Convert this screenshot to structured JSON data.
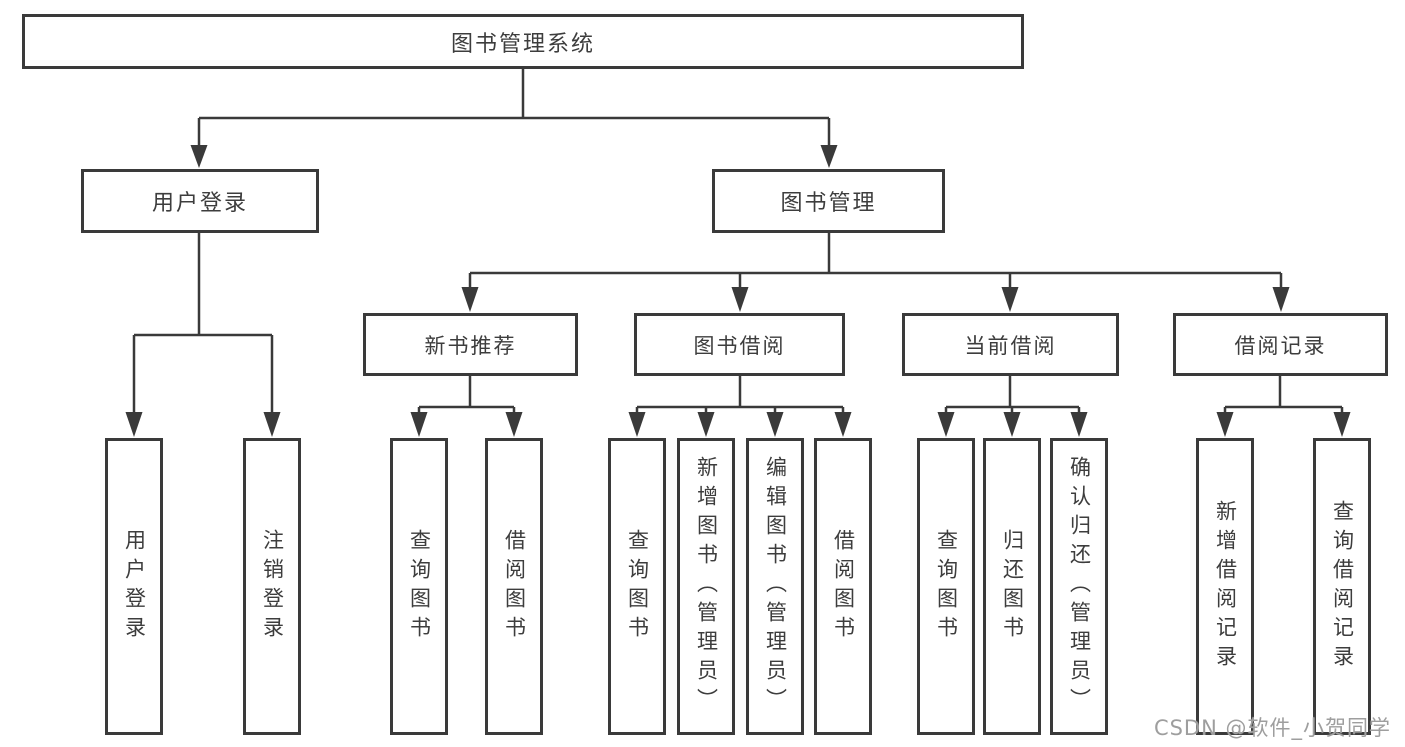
{
  "diagram": {
    "title": "图书管理系统",
    "nodes": {
      "root": "图书管理系统",
      "user_login": "用户登录",
      "book_mgmt": "图书管理",
      "new_book": "新书推荐",
      "book_borrow": "图书借阅",
      "current_borrow": "当前借阅",
      "borrow_record": "借阅记录",
      "leaves": [
        "用户登录",
        "注销登录",
        "查询图书",
        "借阅图书",
        "查询图书",
        "新增图书（管理员）",
        "编辑图书（管理员）",
        "借阅图书",
        "查询图书",
        "归还图书",
        "确认归还（管理员）",
        "新增借阅记录",
        "查询借阅记录"
      ]
    },
    "colors": {
      "line": "#3a3a3a",
      "border": "#3a3a3a",
      "text": "#3d3d3d",
      "background": "#ffffff",
      "watermark": "#9e9e9e"
    }
  },
  "watermark": {
    "text": "CSDN @软件_小贺同学"
  }
}
